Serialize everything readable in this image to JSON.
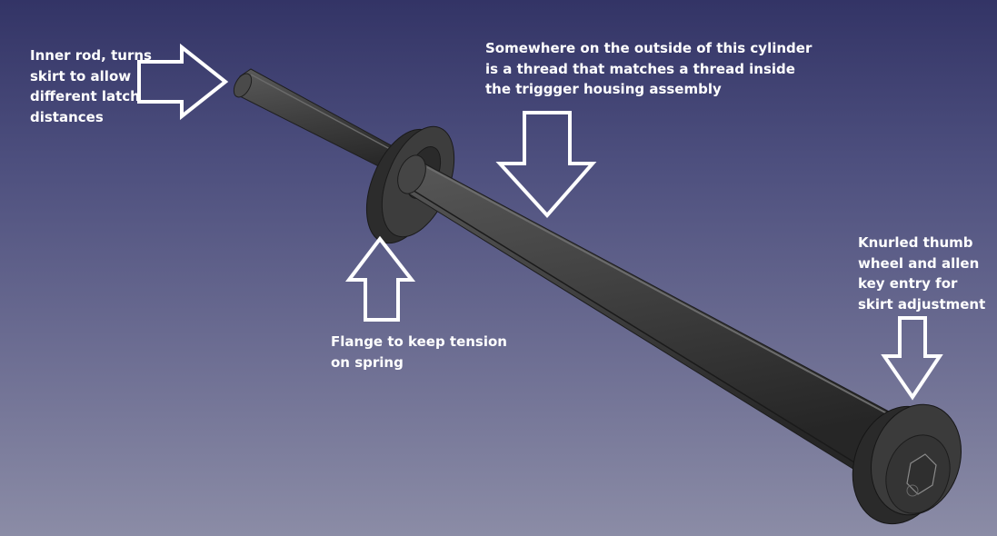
{
  "annotations": {
    "inner_rod": "Inner rod, turns\nskirt to allow\ndifferent latch\ndistances",
    "thread": "Somewhere on the outside of this cylinder\nis a thread that matches a thread inside\nthe triggger housing assembly",
    "flange": "Flange to keep tension\non spring",
    "knurled": "Knurled thumb\nwheel and allen\nkey entry for\nskirt adjustment"
  },
  "colors": {
    "background_top": "#333466",
    "background_bottom": "#8b8ca6",
    "part": "#3c3c3c",
    "arrow_outline": "#ffffff"
  },
  "icons": [
    "right-arrow-icon",
    "down-arrow-icon",
    "up-arrow-icon",
    "hex-socket-icon"
  ]
}
